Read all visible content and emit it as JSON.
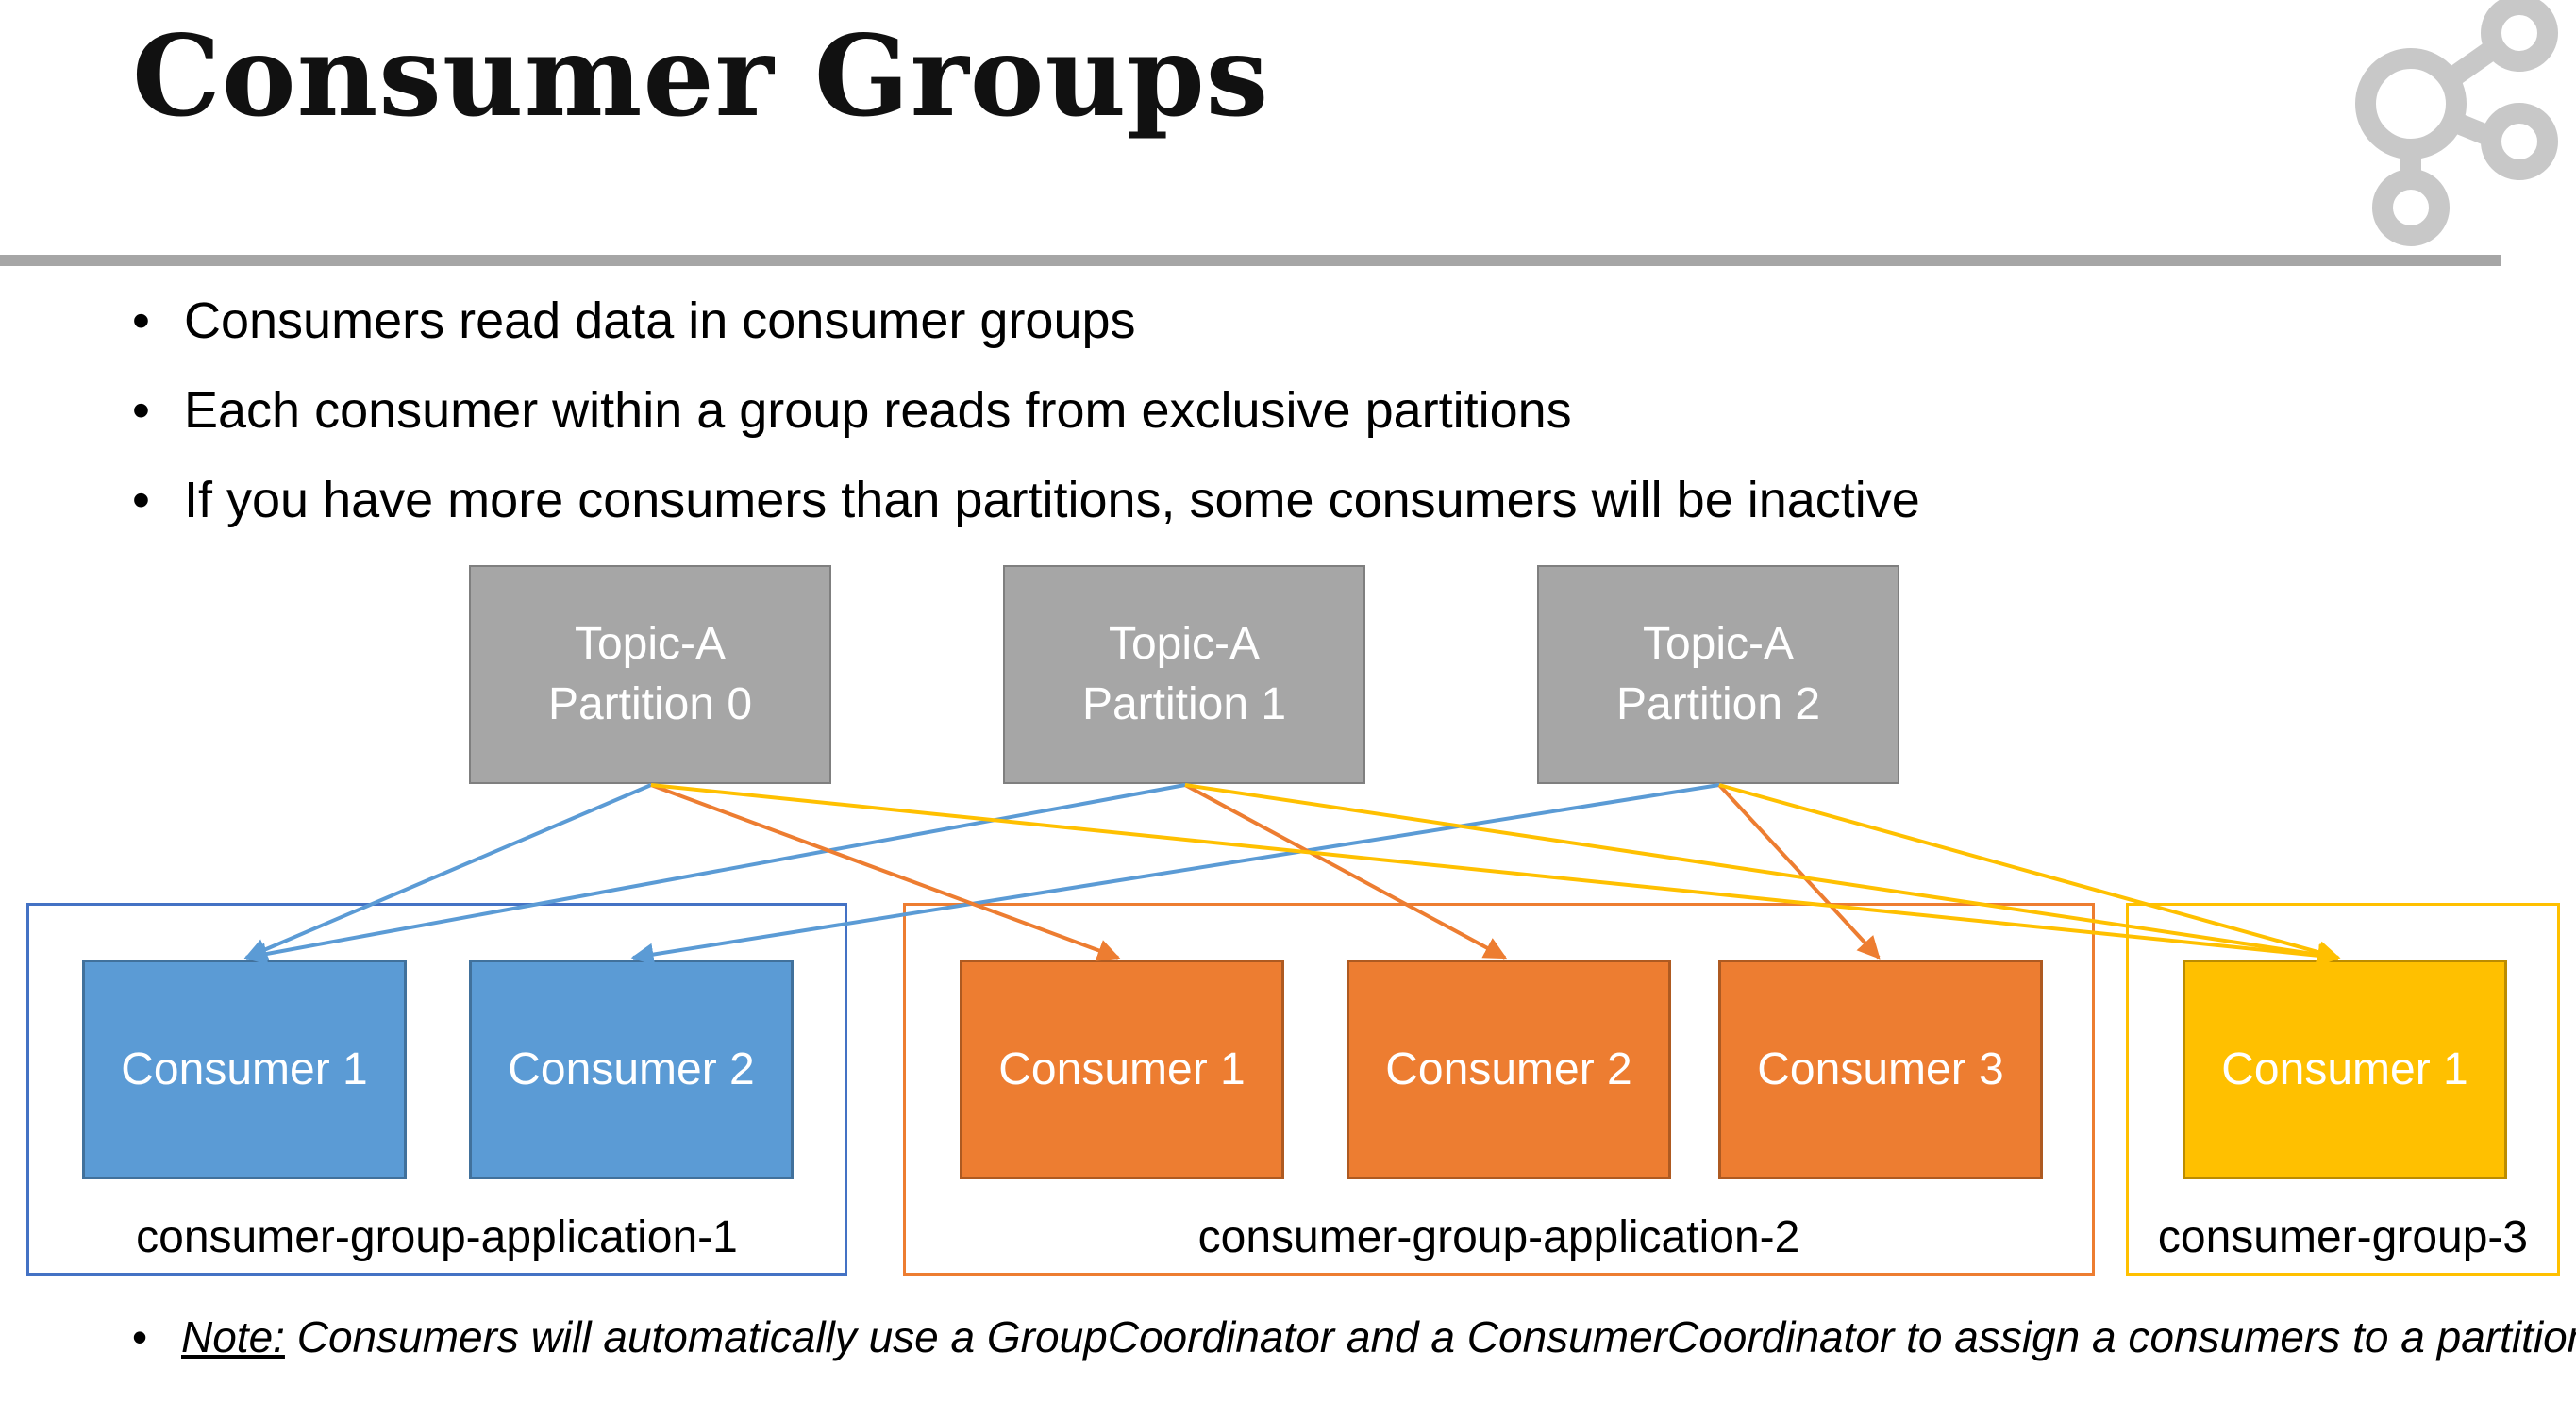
{
  "title": "Consumer Groups",
  "bullets": [
    "Consumers read data in consumer groups",
    "Each consumer within a group reads from exclusive partitions",
    "If you have more consumers than partitions, some consumers will be inactive"
  ],
  "partitions": [
    {
      "line1": "Topic-A",
      "line2": "Partition 0"
    },
    {
      "line1": "Topic-A",
      "line2": "Partition 1"
    },
    {
      "line1": "Topic-A",
      "line2": "Partition 2"
    }
  ],
  "groups": [
    {
      "label": "consumer-group-application-1",
      "color": "#4472c4",
      "consumers": [
        "Consumer 1",
        "Consumer 2"
      ]
    },
    {
      "label": "consumer-group-application-2",
      "color": "#ed7d31",
      "consumers": [
        "Consumer 1",
        "Consumer 2",
        "Consumer 3"
      ]
    },
    {
      "label": "consumer-group-3",
      "color": "#ffc000",
      "consumers": [
        "Consumer 1"
      ]
    }
  ],
  "note": {
    "label": "Note:",
    "text": " Consumers will automatically use a GroupCoordinator and a ConsumerCoordinator to assign a consumers to a partition."
  },
  "colors": {
    "partition": "#a6a6a6",
    "blue": "#5b9bd5",
    "orange": "#ed7d31",
    "yellow": "#ffc000"
  },
  "icons": [
    "kafka-logo-icon"
  ]
}
